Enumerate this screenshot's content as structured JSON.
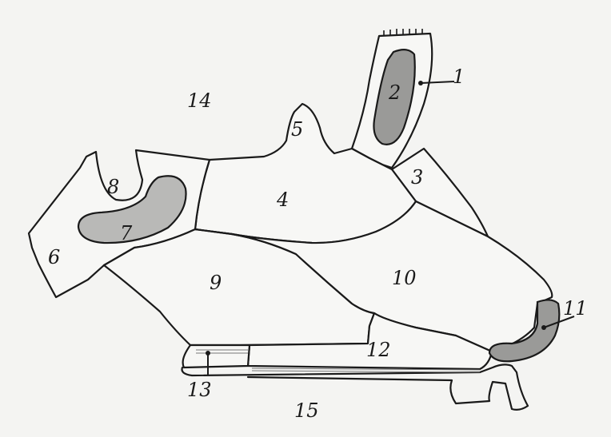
{
  "diagram": {
    "labels": {
      "l1": "1",
      "l2": "2",
      "l3": "3",
      "l4": "4",
      "l5": "5",
      "l6": "6",
      "l7": "7",
      "l8": "8",
      "l9": "9",
      "l10": "10",
      "l11": "11",
      "l12": "12",
      "l13": "13",
      "l14": "14",
      "l15": "15"
    },
    "colors": {
      "ink": "#1a1a1a",
      "paper": "#f4f4f2",
      "shade": "#9a9a98"
    }
  }
}
